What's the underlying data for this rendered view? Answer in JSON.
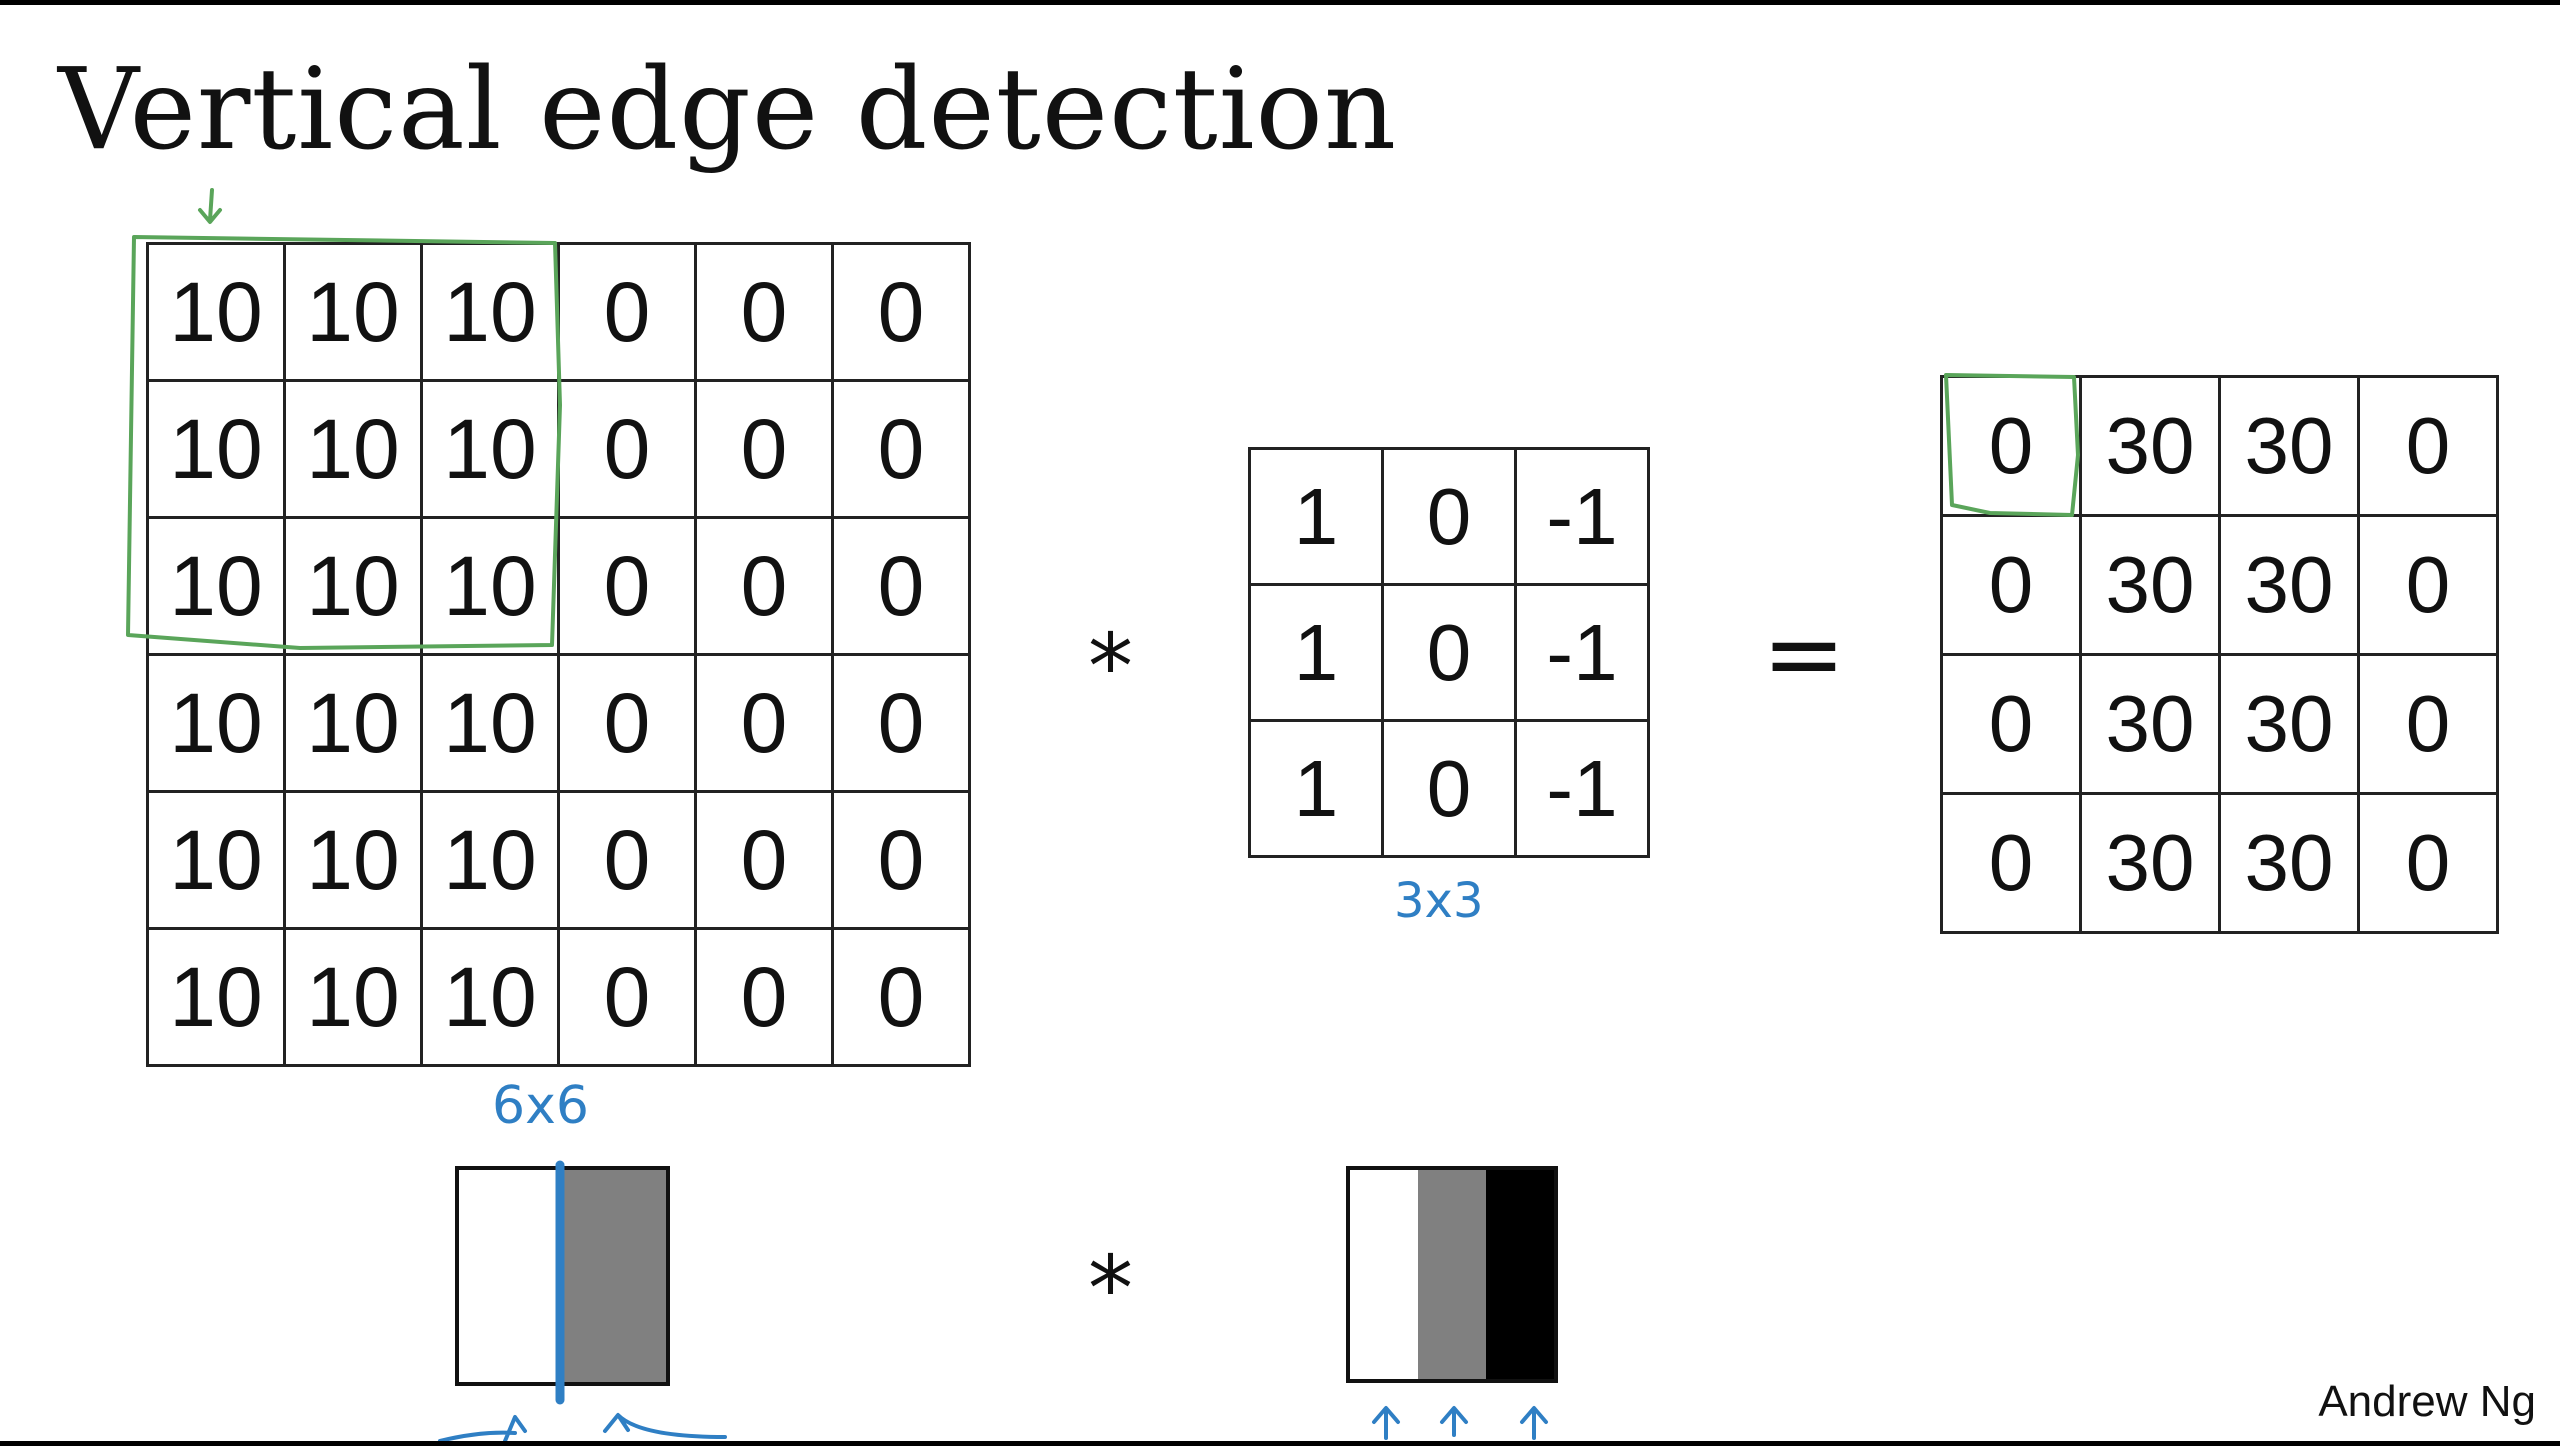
{
  "title": "Vertical edge detection",
  "image_matrix": {
    "rows": [
      [
        "10",
        "10",
        "10",
        "0",
        "0",
        "0"
      ],
      [
        "10",
        "10",
        "10",
        "0",
        "0",
        "0"
      ],
      [
        "10",
        "10",
        "10",
        "0",
        "0",
        "0"
      ],
      [
        "10",
        "10",
        "10",
        "0",
        "0",
        "0"
      ],
      [
        "10",
        "10",
        "10",
        "0",
        "0",
        "0"
      ],
      [
        "10",
        "10",
        "10",
        "0",
        "0",
        "0"
      ]
    ],
    "size_label": "6x6"
  },
  "filter_matrix": {
    "rows": [
      [
        "1",
        "0",
        "-1"
      ],
      [
        "1",
        "0",
        "-1"
      ],
      [
        "1",
        "0",
        "-1"
      ]
    ],
    "size_label": "3x3"
  },
  "output_matrix": {
    "rows": [
      [
        "0",
        "30",
        "30",
        "0"
      ],
      [
        "0",
        "30",
        "30",
        "0"
      ],
      [
        "0",
        "30",
        "30",
        "0"
      ],
      [
        "0",
        "30",
        "30",
        "0"
      ]
    ]
  },
  "operators": {
    "convolve": "*",
    "equals": "="
  },
  "author": "Andrew Ng",
  "colors": {
    "annotation_green": "#5aa55a",
    "annotation_blue": "#2f7fc4",
    "gray_region": "#808080",
    "black_region": "#000000"
  }
}
